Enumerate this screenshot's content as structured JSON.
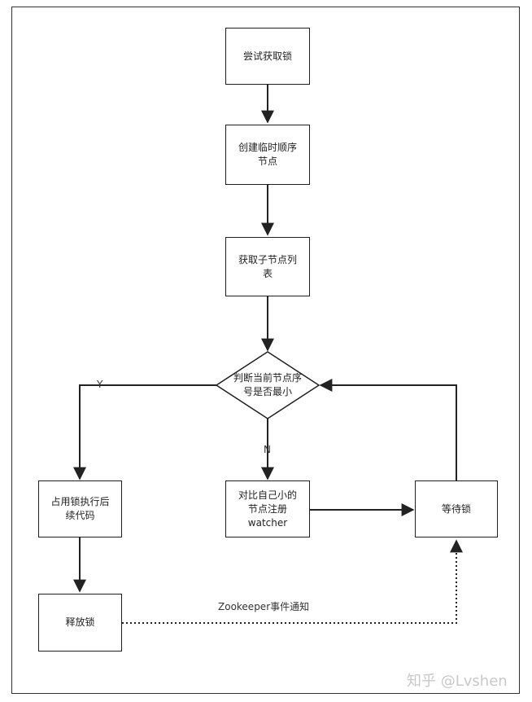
{
  "nodes": {
    "try_lock": "尝试获取锁",
    "create_node": "创建临时顺序\n节点",
    "get_children": "获取子节点列\n表",
    "decision": "判断当前节点序\n号是否最小",
    "hold_lock": "占用锁执行后\n续代码",
    "register_watcher": "对比自己小的\n节点注册\nwatcher",
    "wait_lock": "等待锁",
    "release_lock": "释放锁"
  },
  "edges": {
    "yes_label": "Y",
    "no_label": "N",
    "notify_label": "Zookeeper事件通知"
  },
  "watermark": "知乎 @Lvshen",
  "colors": {
    "line": "#222222",
    "border": "#1f1f1f",
    "watermark": "#c8c8c8"
  }
}
